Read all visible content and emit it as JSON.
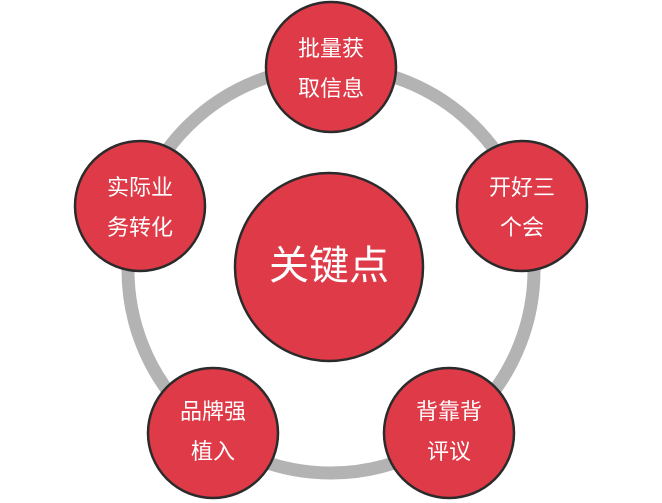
{
  "center": {
    "label": "关键点"
  },
  "nodes": {
    "top": {
      "line1": "批量获",
      "line2": "取信息"
    },
    "right": {
      "line1": "开好三",
      "line2": "个会"
    },
    "bottom_right": {
      "line1": "背靠背",
      "line2": "评议"
    },
    "bottom_left": {
      "line1": "品牌强",
      "line2": "植入"
    },
    "left": {
      "line1": "实际业",
      "line2": "务转化"
    }
  },
  "colors": {
    "node_fill": "#de3a48",
    "node_stroke": "#2b2b2b",
    "ring": "#b3b3b3",
    "text": "#ffffff"
  }
}
